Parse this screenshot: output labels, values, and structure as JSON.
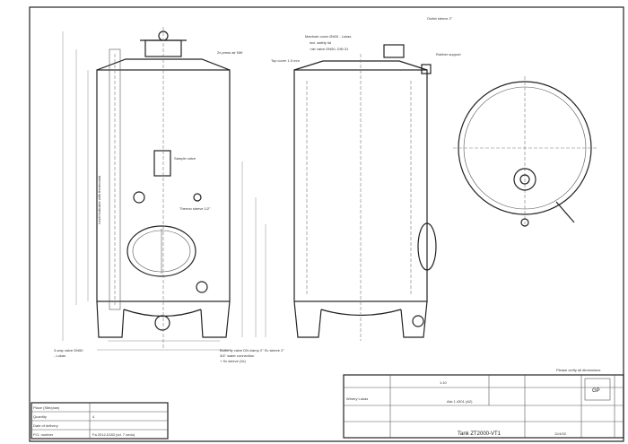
{
  "drawing": {
    "annotations": {
      "outlet_sleeve": "Outlet sleeve 2\"",
      "top_cover": "Top cover 1.5 mm",
      "manhole_cover": "Manhole cover Ø400 - Lukas",
      "manhole_cover_2": "incl. safety lid",
      "air_valve": "+air valve DN50, DIN 31",
      "rubber_support": "Rubber support",
      "press_air": "2x press air NW",
      "level_indicator": "Level indicator with thermostat",
      "sample_valve": "Sample valve",
      "thermo_sleeve": "Thermo sleeve 1/2\"",
      "three_way_valve": "3-way valve DN50",
      "three_way_valve_2": "- Lukas",
      "butterfly_valve": "Butterfly valve DN clamp 2\" Sv sleeve 2\"",
      "butterfly_valve_2": "3/4\" water connection",
      "butterfly_valve_3": "+ Sv sleeve (3x)",
      "please_verify": "Please verify all dimensions"
    },
    "title_block": {
      "scale": "1:10",
      "material": "Aisi 1.4301 (A2)",
      "customer": "Winery Lukas",
      "drawing_name": "Tank ZT2000-VT1",
      "date": "11/4/02",
      "logo_text": "GP"
    },
    "order_table": {
      "rows": [
        {
          "label": "Place (Site/plan)",
          "value": ""
        },
        {
          "label": "Quantity",
          "value": "4"
        },
        {
          "label": "Date of delivery",
          "value": ""
        },
        {
          "label": "P.O. number",
          "value": "Fa 2012-0183 (vd. 7 vedo)"
        }
      ]
    }
  }
}
